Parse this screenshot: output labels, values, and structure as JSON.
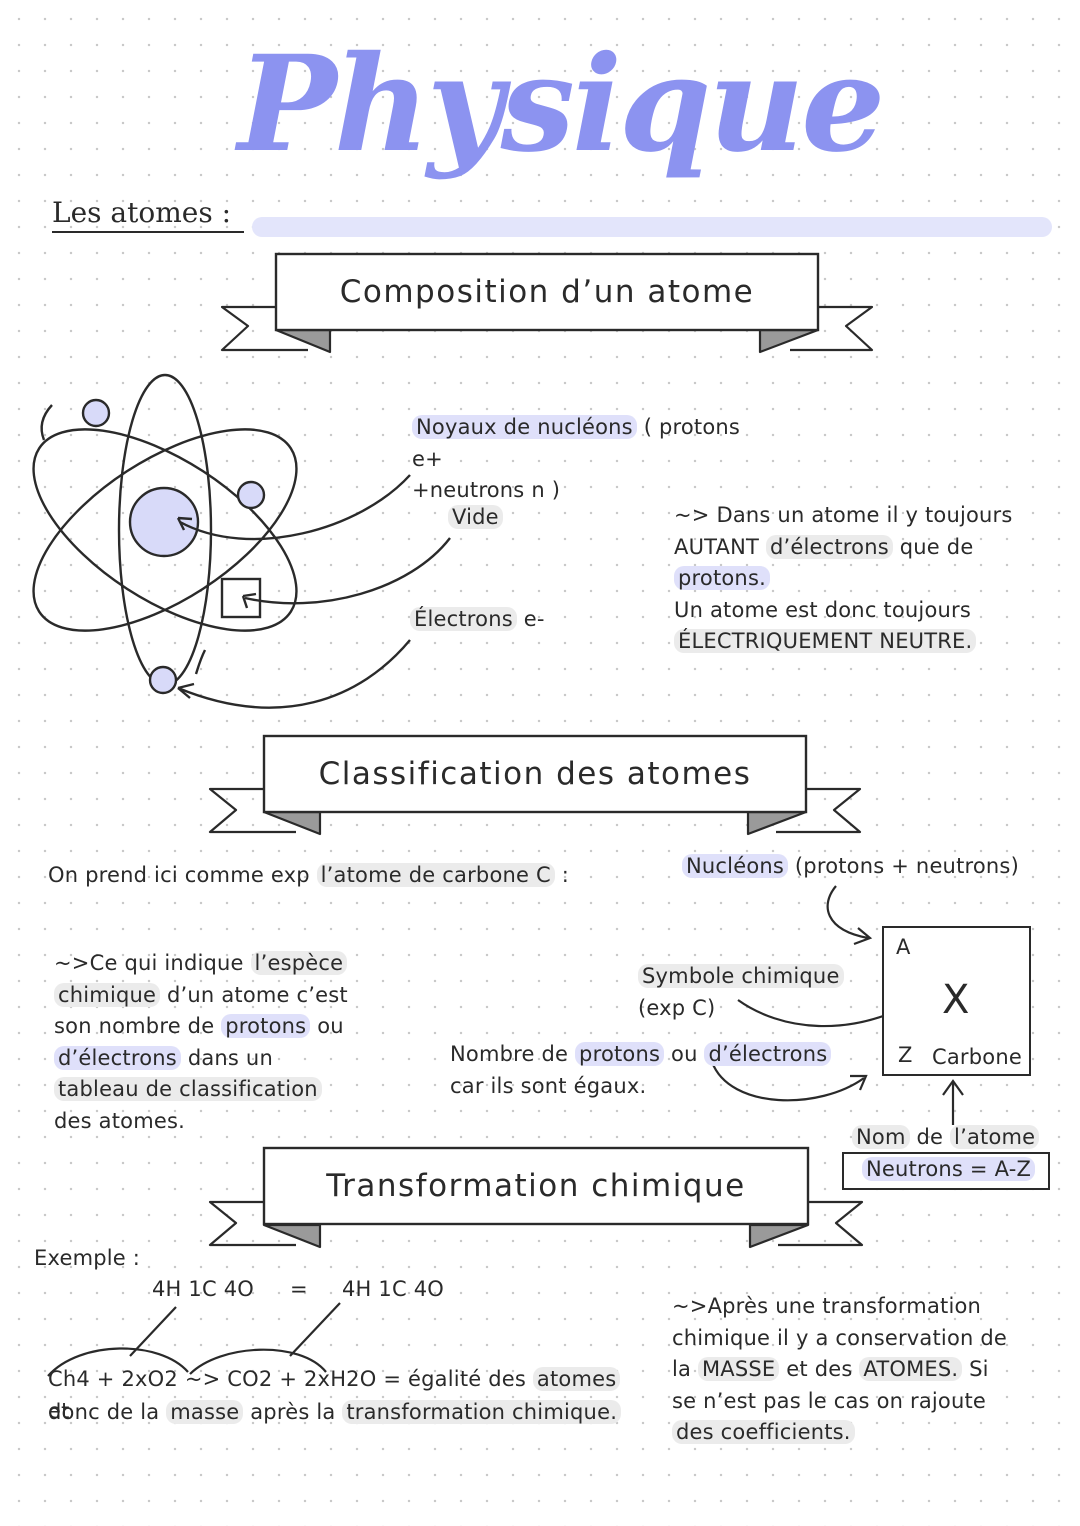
{
  "page": {
    "title": "Physique",
    "section": "Les atomes :",
    "colors": {
      "accent": "#8c93f0",
      "accent_light": "#dfe0fa",
      "highlight": "#ebebeb",
      "ink": "#2a2a2a"
    }
  },
  "ribbons": {
    "composition": "Composition d’un atome",
    "classification": "Classification des atomes",
    "transformation": "Transformation chimique"
  },
  "composition": {
    "noyau": {
      "part1": "Noyaux de nucléons",
      "part2": " ( protons e+",
      "part3": "+neutrons n )"
    },
    "vide": "Vide",
    "electrons": {
      "label": "Électrons",
      "symbol": " e-"
    },
    "note": {
      "l1a": "~> Dans un atome il y toujours",
      "l2a": "AUTANT",
      "l2b": "d’électrons",
      "l2c": " que de ",
      "l2d": "protons.",
      "l3": "Un atome est donc toujours",
      "l4": "ÉLECTRIQUEMENT NEUTRE."
    }
  },
  "classification": {
    "intro": {
      "a": "On prend ici comme exp ",
      "b": "l’atome de carbone C",
      "c": " :"
    },
    "nucleons": {
      "a": "Nucléons",
      "b": " (protons + neutrons)"
    },
    "espece": {
      "l1a": "~>Ce qui indique ",
      "l1b": "l’espèce",
      "l2a": "chimique",
      "l2b": " d’un atome c’est",
      "l3a": "son nombre de ",
      "l3b": "protons",
      "l3c": " ou",
      "l4a": "d’électrons",
      "l4b": " dans un",
      "l5": "tableau de classification",
      "l6": "des atomes."
    },
    "symbole": {
      "l1": "Symbole chimique",
      "l2": "(exp C)"
    },
    "nombre": {
      "l1a": "Nombre de ",
      "l1b": "protons",
      "l1c": " ou ",
      "l1d": "d’électrons",
      "l2": "car ils sont égaux."
    },
    "element": {
      "mass_label": "A",
      "symbol": "X",
      "z_label": "Z",
      "name": "Carbone"
    },
    "nom_atome": {
      "a": "Nom",
      "b": " de ",
      "c": "l’atome"
    },
    "neutrons": "Neutrons = A-Z"
  },
  "transformation": {
    "exemple": "Exemple :",
    "left_count": "4H  1C 4O",
    "equals": "=",
    "right_count": "4H 1C 4O",
    "eq": {
      "a": "Ch4 + 2xO2 ~> CO2 + 2xH2O",
      "b": " = égalité des ",
      "c": "atomes",
      "d": " et"
    },
    "eq2": {
      "a": "donc de la ",
      "b": "masse",
      "c": " après la ",
      "d": "transformation chimique."
    },
    "note": {
      "l1": "~>Après une transformation",
      "l2": "chimique il y a conservation de",
      "l3a": "la ",
      "l3b": "MASSE",
      "l3c": " et des ",
      "l3d": "ATOMES.",
      "l3e": " Si",
      "l4": "se n’est pas le cas on rajoute",
      "l5": "des coefficients."
    }
  }
}
